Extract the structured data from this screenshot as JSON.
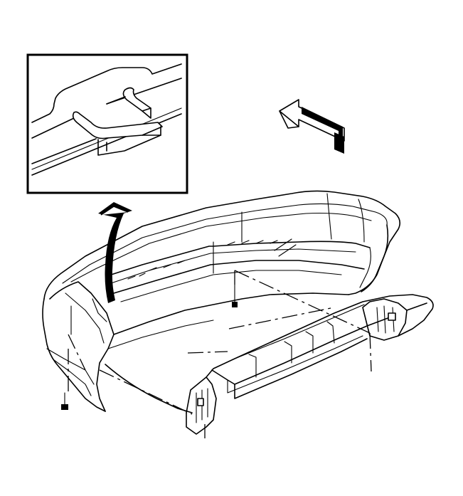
{
  "diagram": {
    "inset": {
      "kind": "detail-view",
      "shows": "retainer-tab"
    },
    "arrows": [
      {
        "kind": "callout-arrow",
        "direction": "up"
      },
      {
        "kind": "direction-arrow",
        "direction": "forward"
      }
    ],
    "parts": [
      "front-bumper-fascia",
      "fascia-bolt-left",
      "fascia-bolt-center",
      "headlamp-mount-bracket"
    ]
  }
}
